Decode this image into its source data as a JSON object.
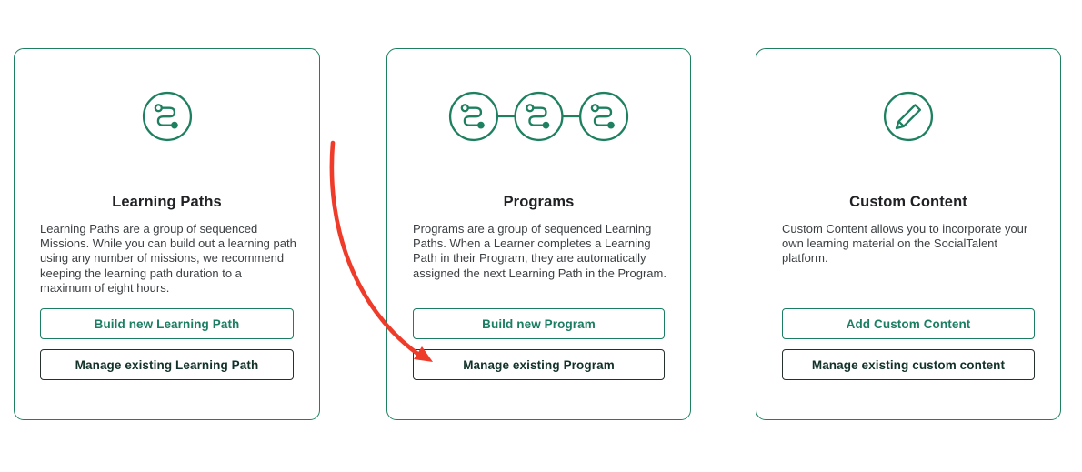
{
  "page": {
    "background": "#ffffff",
    "description": "SocialTalent admin content screen with three option cards and a red annotation arrow"
  },
  "colors": {
    "card_border_green": "#1e8060",
    "icon_green": "#1e8060",
    "primary_button_green": "#1b7d62",
    "secondary_button_text": "#113129",
    "secondary_button_border": "#26302c",
    "title_text": "#202124",
    "body_text": "#3c4043",
    "annotation_arrow_red": "#ee3b2a"
  },
  "cards": [
    {
      "id": "learning-paths",
      "icon": "learning-path-icon",
      "title": "Learning Paths",
      "description": "Learning Paths are a group of sequenced\nMissions. While you can build out a learning path\nusing any number of missions, we recommend\nkeeping the learning path duration to a\nmaximum of eight hours.",
      "primary_button": "Build new Learning Path",
      "secondary_button": "Manage existing Learning Path"
    },
    {
      "id": "programs",
      "icon": "program-chain-icon",
      "title": "Programs",
      "description": "Programs are a group of sequenced Learning\nPaths. When a Learner completes a Learning\nPath in their Program, they are automatically\nassigned the next Learning Path in the Program.",
      "primary_button": "Build new Program",
      "secondary_button": "Manage existing Program"
    },
    {
      "id": "custom-content",
      "icon": "pencil-icon",
      "title": "Custom Content",
      "description": "Custom Content allows you to incorporate your\nown learning material on the SocialTalent\nplatform.",
      "primary_button": "Add Custom Content",
      "secondary_button": "Manage existing custom content"
    }
  ],
  "annotation": {
    "type": "hand-drawn-arrow",
    "color": "#ee3b2a",
    "points_to": "Manage existing Program"
  }
}
